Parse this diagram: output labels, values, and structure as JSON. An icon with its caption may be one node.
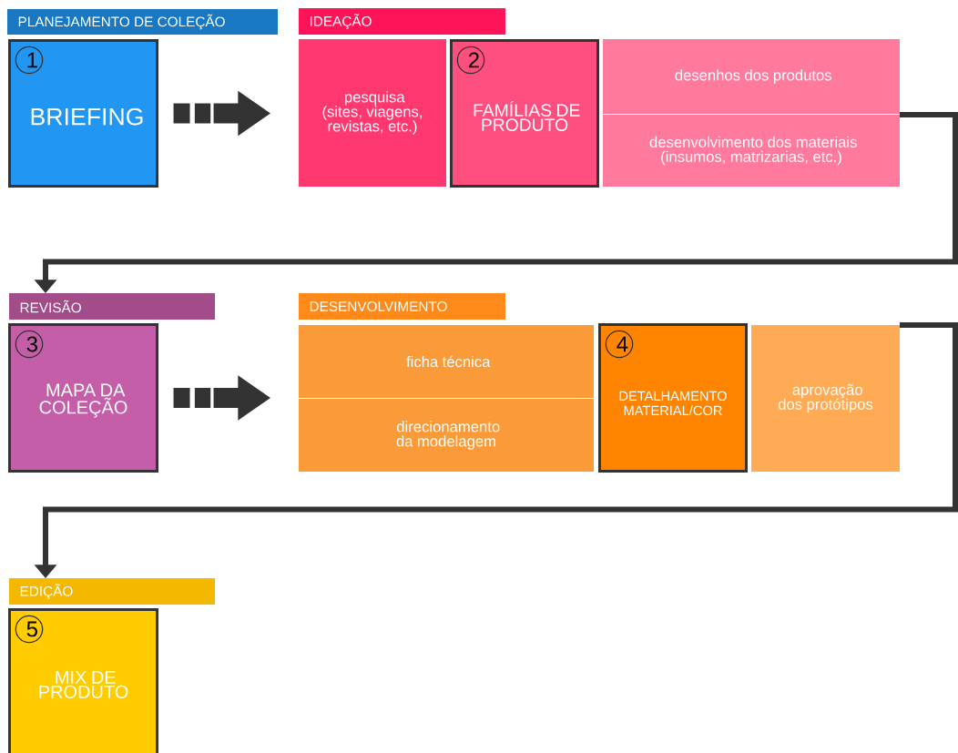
{
  "diagram": {
    "nodes": [
      {
        "text": [
          "PLANEJAMENTO DE COLEÇÃO"
        ]
      },
      {
        "text": [
          "1",
          "BRIEFING"
        ]
      },
      {
        "text": [
          "IDEAÇÃO"
        ]
      },
      {
        "text": [
          "pesquisa (sites, viagens, revistas, etc.)"
        ]
      },
      {
        "text": [
          "2",
          "FAMÍLIAS DE PRODUTO"
        ]
      },
      {
        "text": [
          "desenhos dos produtos"
        ]
      },
      {
        "text": [
          "desenvolvimento dos materiais (insumos, matrizarias, etc.)"
        ]
      },
      {
        "text": [
          "REVISÃO"
        ]
      },
      {
        "text": [
          "3",
          "MAPA DA COLEÇÃO"
        ]
      },
      {
        "text": [
          "DESENVOLVIMENTO"
        ]
      },
      {
        "text": [
          "ficha técnica"
        ]
      },
      {
        "text": [
          "direcionamento da modelagem"
        ]
      },
      {
        "text": [
          "4",
          "DETALHAMENTO MATERIAL/COR"
        ]
      },
      {
        "text": [
          "aprovação dos protótipos"
        ]
      },
      {
        "text": [
          "EDIÇÃO"
        ]
      },
      {
        "text": [
          "5",
          "MIX DE PRODUTO"
        ]
      }
    ],
    "edges": [
      {
        "from": 1,
        "to": 3,
        "arrow": "to",
        "style": "dashed"
      },
      {
        "from": 6,
        "to": 7,
        "arrow": "to"
      },
      {
        "from": 8,
        "to": 10,
        "arrow": "to",
        "style": "dashed"
      },
      {
        "from": 13,
        "to": 14,
        "arrow": "to"
      }
    ]
  }
}
